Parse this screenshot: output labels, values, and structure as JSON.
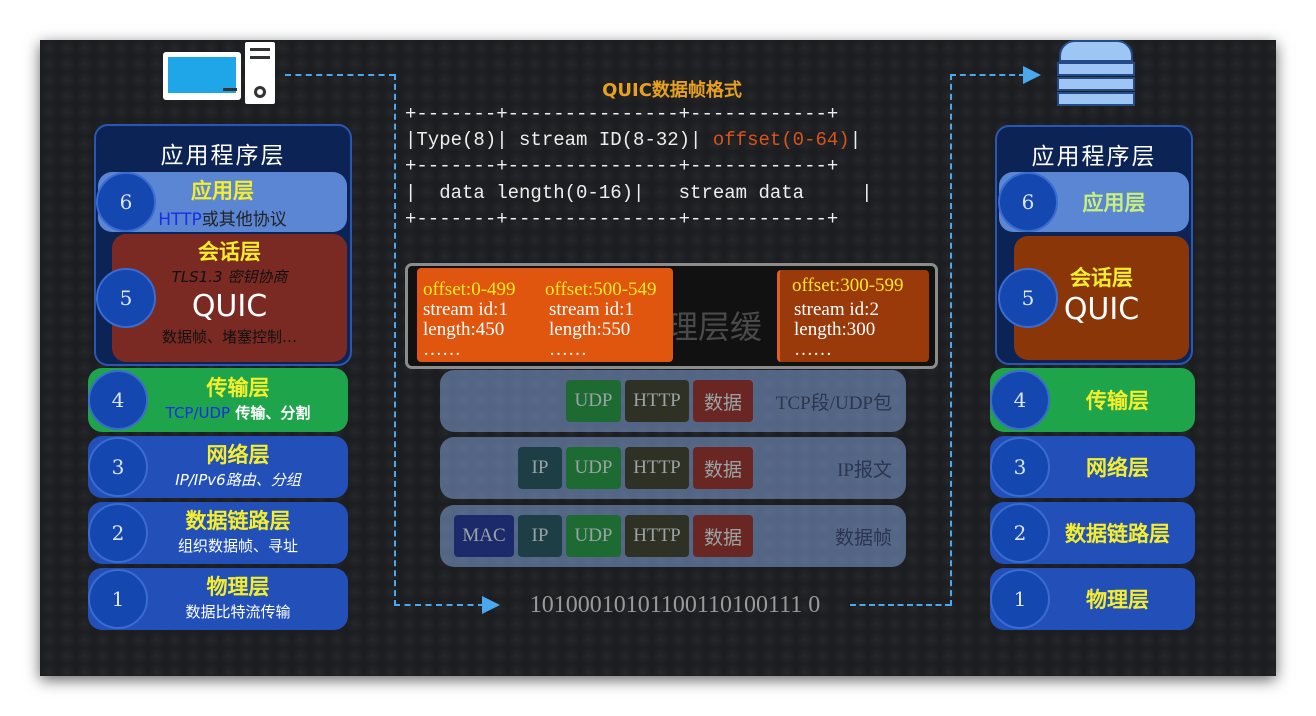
{
  "left_stack": {
    "group_title": "应用程序层",
    "layers": [
      {
        "num": "6",
        "title": "应用层",
        "sub_highlight": "HTTP",
        "sub": "或其他协议"
      },
      {
        "num": "5",
        "title": "会话层",
        "sub": "TLS1.3 密钥协商",
        "big": "QUIC",
        "sub2": "数据帧、堵塞控制…"
      },
      {
        "num": "4",
        "title": "传输层",
        "sub_highlight": "TCP/UDP",
        "sub": " 传输、分割"
      },
      {
        "num": "3",
        "title": "网络层",
        "sub": "IP/IPv6路由、分组"
      },
      {
        "num": "2",
        "title": "数据链路层",
        "sub": "组织数据帧、寻址"
      },
      {
        "num": "1",
        "title": "物理层",
        "sub": "数据比特流传输"
      }
    ]
  },
  "right_stack": {
    "group_title": "应用程序层",
    "layers": [
      {
        "num": "6",
        "title": "应用层"
      },
      {
        "num": "5",
        "title": "会话层",
        "big": "QUIC"
      },
      {
        "num": "4",
        "title": "传输层"
      },
      {
        "num": "3",
        "title": "网络层"
      },
      {
        "num": "2",
        "title": "数据链路层"
      },
      {
        "num": "1",
        "title": "物理层"
      }
    ]
  },
  "frame_format": {
    "title": "QUIC数据帧格式",
    "border": "+-------+---------------+------------+",
    "row1_a": "|Type(8)| stream ID(8-32)| ",
    "row1_b": "offset(0-64)",
    "row1_c": "|",
    "row2": "|  data length(0-16)|   stream data     |"
  },
  "buffer": {
    "behind_text": "理层缓",
    "frames": [
      {
        "offset": "offset:0-499",
        "stream": "stream id:1",
        "length": "length:450",
        "more": "……"
      },
      {
        "offset": "offset:500-549",
        "stream": "stream id:1",
        "length": "length:550",
        "more": "……"
      },
      {
        "offset": "offset:300-599",
        "stream": "stream id:2",
        "length": "length:300",
        "more": "……"
      }
    ]
  },
  "encapsulation": [
    {
      "chips": [
        "UDP",
        "HTTP",
        "数据"
      ],
      "label": "TCP段/UDP包"
    },
    {
      "chips": [
        "IP",
        "UDP",
        "HTTP",
        "数据"
      ],
      "label": "IP报文"
    },
    {
      "chips": [
        "MAC",
        "IP",
        "UDP",
        "HTTP",
        "数据"
      ],
      "label": "数据帧"
    }
  ],
  "bitstream": "10100010101100110100111 0",
  "colors": {
    "app": "#5b86d4",
    "session_left": "#7a2a22",
    "session_right": "#8a3608",
    "transport": "#1ea44a",
    "lower": "#2350b8",
    "accent": "#e8a020"
  }
}
